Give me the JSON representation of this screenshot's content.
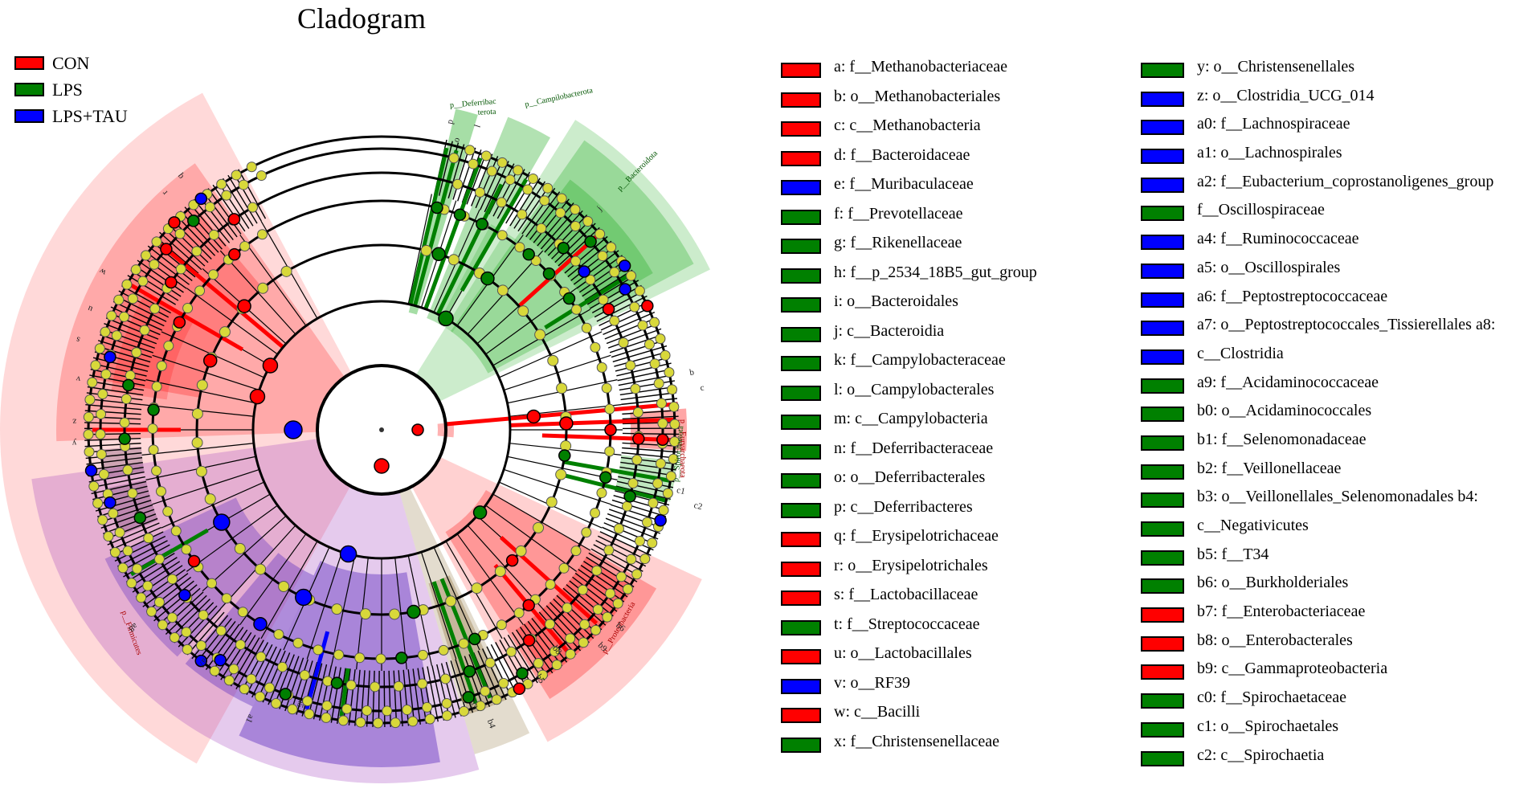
{
  "title": "Cladogram",
  "colors": {
    "CON": "#ff0000",
    "LPS": "#008000",
    "LPS+TAU": "#0000ff",
    "node_default": "#d9d93a"
  },
  "groups": [
    {
      "label": "CON",
      "color": "#ff0000"
    },
    {
      "label": "LPS",
      "color": "#008000"
    },
    {
      "label": "LPS+TAU",
      "color": "#0000ff"
    }
  ],
  "taxa_left": [
    {
      "label": "a: f__Methanobacteriaceae",
      "group": "CON"
    },
    {
      "label": "b: o__Methanobacteriales",
      "group": "CON"
    },
    {
      "label": "c: c__Methanobacteria",
      "group": "CON"
    },
    {
      "label": "d: f__Bacteroidaceae",
      "group": "CON"
    },
    {
      "label": "e: f__Muribaculaceae",
      "group": "LPS+TAU"
    },
    {
      "label": "f: f__Prevotellaceae",
      "group": "LPS"
    },
    {
      "label": "g: f__Rikenellaceae",
      "group": "LPS"
    },
    {
      "label": "h: f__p_2534_18B5_gut_group",
      "group": "LPS"
    },
    {
      "label": "i: o__Bacteroidales",
      "group": "LPS"
    },
    {
      "label": "j: c__Bacteroidia",
      "group": "LPS"
    },
    {
      "label": "k: f__Campylobacteraceae",
      "group": "LPS"
    },
    {
      "label": "l: o__Campylobacterales",
      "group": "LPS"
    },
    {
      "label": "m: c__Campylobacteria",
      "group": "LPS"
    },
    {
      "label": "n: f__Deferribacteraceae",
      "group": "LPS"
    },
    {
      "label": "o: o__Deferribacterales",
      "group": "LPS"
    },
    {
      "label": "p: c__Deferribacteres",
      "group": "LPS"
    },
    {
      "label": "q: f__Erysipelotrichaceae",
      "group": "CON"
    },
    {
      "label": "r: o__Erysipelotrichales",
      "group": "CON"
    },
    {
      "label": "s: f__Lactobacillaceae",
      "group": "CON"
    },
    {
      "label": "t: f__Streptococcaceae",
      "group": "LPS"
    },
    {
      "label": "u: o__Lactobacillales",
      "group": "CON"
    },
    {
      "label": "v: o__RF39",
      "group": "LPS+TAU"
    },
    {
      "label": "w: c__Bacilli",
      "group": "CON"
    },
    {
      "label": "x: f__Christensenellaceae",
      "group": "LPS"
    }
  ],
  "taxa_right": [
    {
      "label": "y: o__Christensenellales",
      "group": "LPS"
    },
    {
      "label": "z: o__Clostridia_UCG_014",
      "group": "LPS+TAU"
    },
    {
      "label": "a0: f__Lachnospiraceae",
      "group": "LPS+TAU"
    },
    {
      "label": "a1: o__Lachnospirales",
      "group": "LPS+TAU"
    },
    {
      "label": "a2: f__Eubacterium_coprostanoligenes_group",
      "group": "LPS+TAU"
    },
    {
      "label": "f__Oscillospiraceae",
      "group": "LPS"
    },
    {
      "label": "a4: f__Ruminococcaceae",
      "group": "LPS+TAU"
    },
    {
      "label": "a5: o__Oscillospirales",
      "group": "LPS+TAU"
    },
    {
      "label": "a6: f__Peptostreptococcaceae",
      "group": "LPS+TAU"
    },
    {
      "label": "a7: o__Peptostreptococcales_Tissierellales a8:",
      "group": "LPS+TAU"
    },
    {
      "label": "c__Clostridia",
      "group": "LPS+TAU"
    },
    {
      "label": "a9: f__Acidaminococcaceae",
      "group": "LPS"
    },
    {
      "label": "b0: o__Acidaminococcales",
      "group": "LPS"
    },
    {
      "label": "b1: f__Selenomonadaceae",
      "group": "LPS"
    },
    {
      "label": "b2: f__Veillonellaceae",
      "group": "LPS"
    },
    {
      "label": "b3: o__Veillonellales_Selenomonadales b4:",
      "group": "LPS"
    },
    {
      "label": "c__Negativicutes",
      "group": "LPS"
    },
    {
      "label": "b5: f__T34",
      "group": "LPS"
    },
    {
      "label": "b6: o__Burkholderiales",
      "group": "LPS"
    },
    {
      "label": "b7: f__Enterobacteriaceae",
      "group": "CON"
    },
    {
      "label": "b8: o__Enterobacterales",
      "group": "CON"
    },
    {
      "label": "b9: c__Gammaproteobacteria",
      "group": "CON"
    },
    {
      "label": "c0: f__Spirochaetaceae",
      "group": "LPS"
    },
    {
      "label": "c1: o__Spirochaetales",
      "group": "LPS"
    },
    {
      "label": "c2: c__Spirochaetia",
      "group": "LPS"
    }
  ],
  "phyla": [
    {
      "label": "p__Bacteroidota",
      "group": "LPS"
    },
    {
      "label": "p__Firmicutes",
      "group": "CON"
    },
    {
      "label": "p__Proteobacteria",
      "group": "CON"
    },
    {
      "label": "p__Euryarchaeota",
      "group": "CON"
    },
    {
      "label": "p__Spirochaetota",
      "group": "LPS"
    },
    {
      "label": "p__Deferribac",
      "group": "LPS"
    },
    {
      "label": "terota",
      "group": "LPS"
    },
    {
      "label": "p__Campilobacterota",
      "group": "LPS"
    }
  ],
  "sector_letters": [
    "w",
    "u",
    "r",
    "q",
    "s",
    "v",
    "y",
    "z",
    "a8",
    "a1",
    "a5",
    "a7",
    "b3",
    "b4",
    "b5",
    "b6",
    "b8",
    "b9",
    "b",
    "c",
    "c1",
    "c2",
    "l",
    "j",
    "p",
    "o"
  ]
}
